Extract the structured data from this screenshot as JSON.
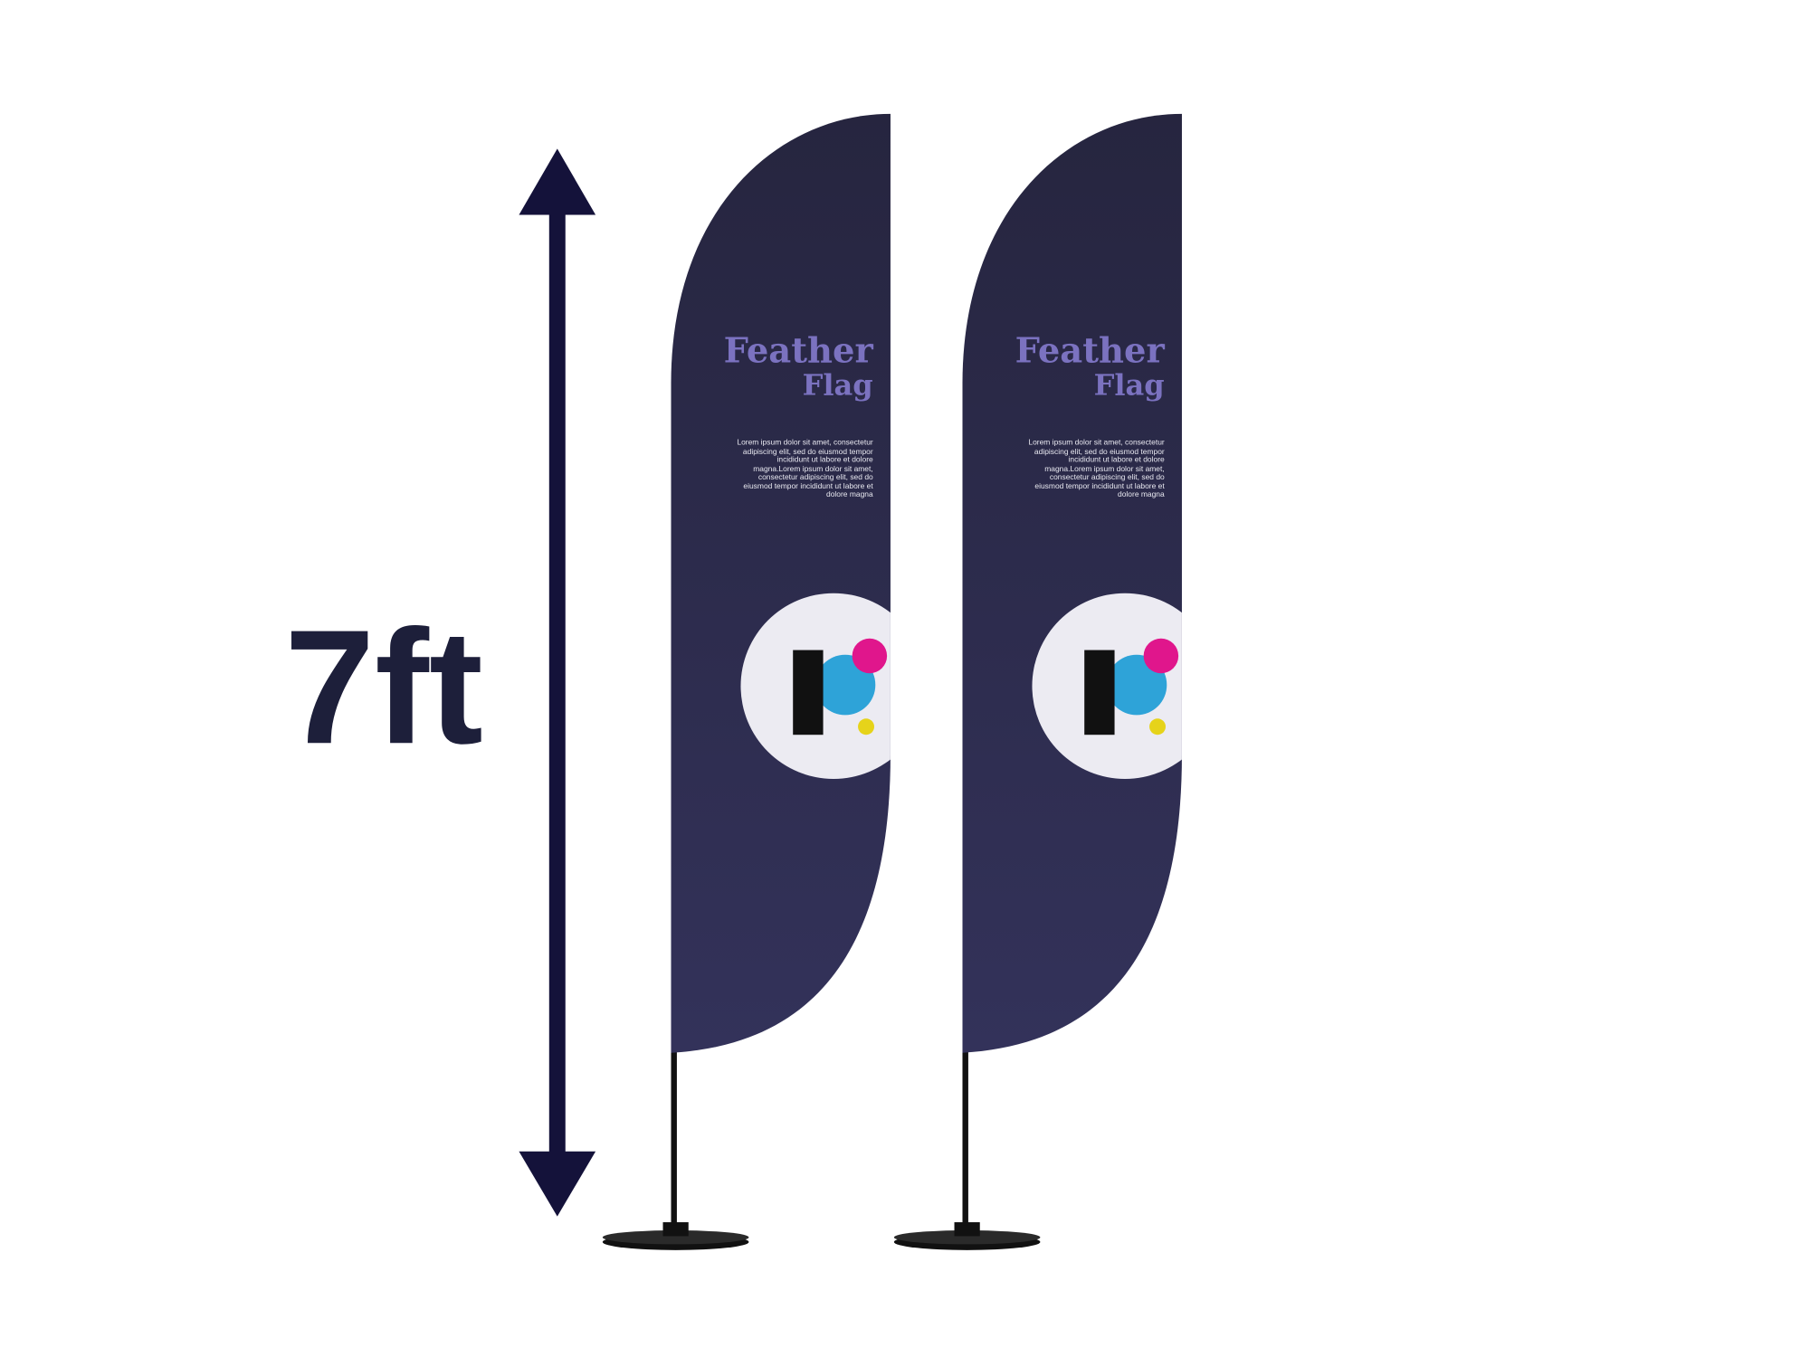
{
  "measurement": {
    "label": "7ft"
  },
  "flags": [
    {
      "title": "Feather",
      "subtitle": "Flag",
      "body": [
        "Lorem ipsum dolor sit amet, consectetur",
        "adipiscing elit, sed do eiusmod tempor",
        "incididunt ut labore et dolore",
        "magna.Lorem ipsum dolor sit amet,",
        "consectetur adipiscing elit, sed do",
        "eiusmod tempor incididunt ut labore et",
        "dolore magna"
      ]
    },
    {
      "title": "Feather",
      "subtitle": "Flag",
      "body": [
        "Lorem ipsum dolor sit amet, consectetur",
        "adipiscing elit, sed do eiusmod tempor",
        "incididunt ut labore et dolore",
        "magna.Lorem ipsum dolor sit amet,",
        "consectetur adipiscing elit, sed do",
        "eiusmod tempor incididunt ut labore et",
        "dolore magna"
      ]
    }
  ],
  "colors": {
    "flag": "#2b2a4a",
    "arrow": "#14123a",
    "title": "#7b72c0",
    "logo_blue": "#2ea3d8",
    "logo_magenta": "#e0168c",
    "logo_yellow": "#e6d31a"
  }
}
